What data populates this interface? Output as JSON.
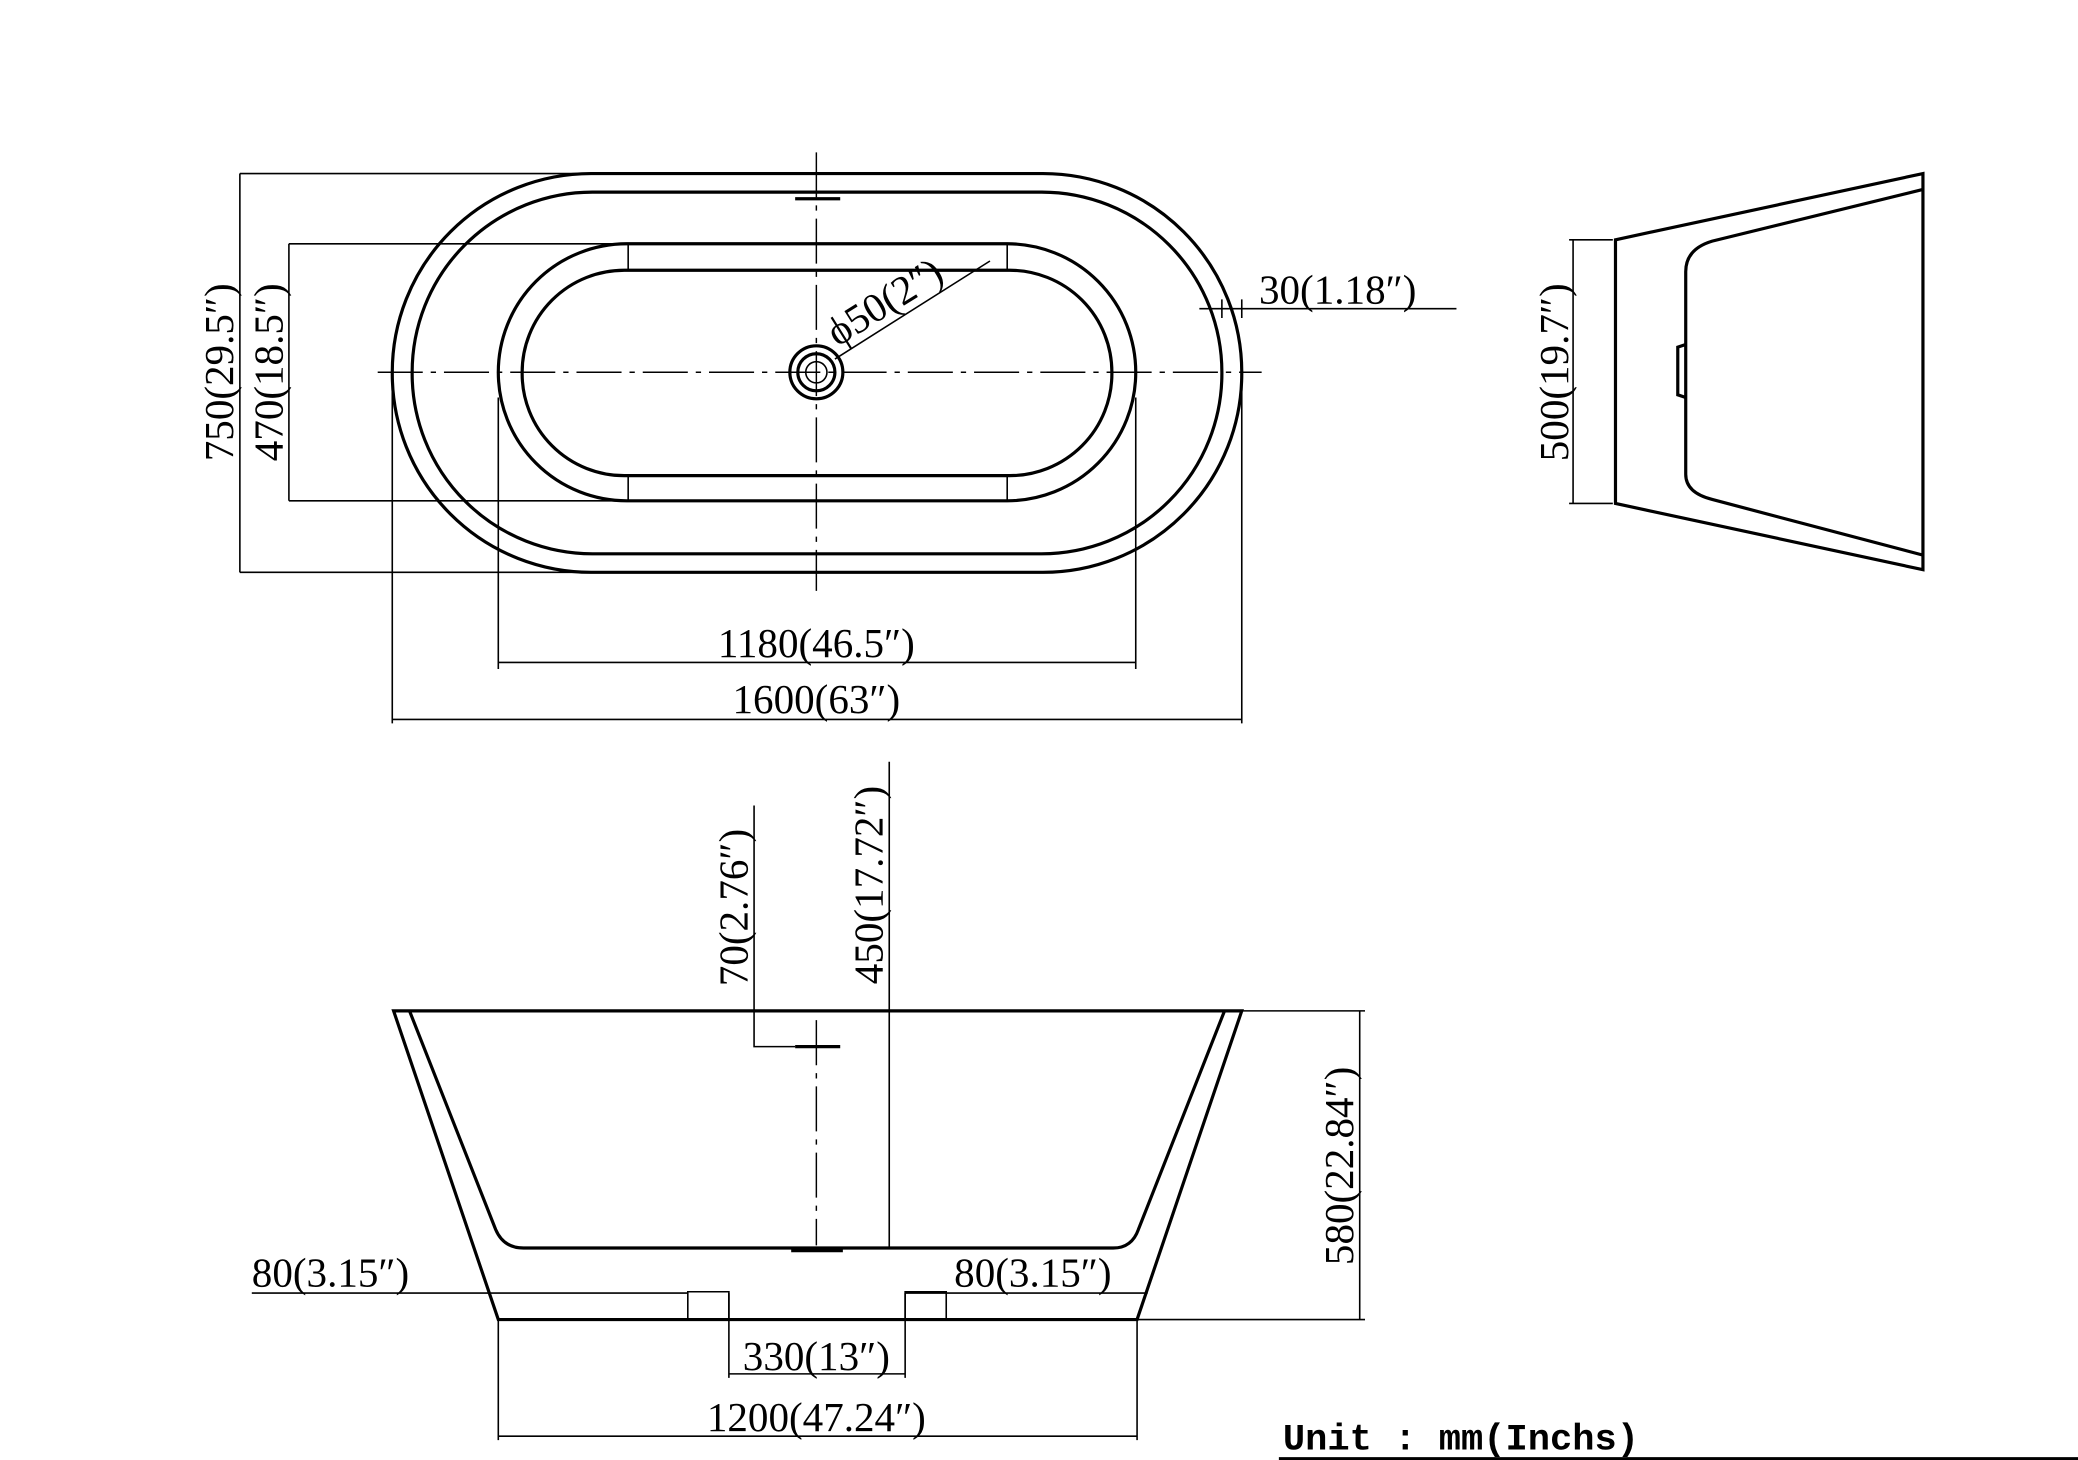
{
  "title": "Freestanding bathtub dimension drawing",
  "top_view": {
    "overall_width": "750(29.5″)",
    "inner_width": "470(18.5″)",
    "inner_length": "1180(46.5″)",
    "overall_length": "1600(63″)",
    "rim_thickness": "30(1.18″)",
    "drain_diameter": "ϕ50(2″)"
  },
  "side_view": {
    "end_height": "500(19.7″)"
  },
  "front_view": {
    "overflow_depth": "70(2.76″)",
    "inner_depth": "450(17.72″)",
    "total_height": "580(22.84″)",
    "left_offset": "80(3.15″)",
    "right_offset": "80(3.15″)",
    "foot_gap": "330(13″)",
    "base_length": "1200(47.24″)"
  },
  "unit_label": "Unit : mm(Inchs)"
}
